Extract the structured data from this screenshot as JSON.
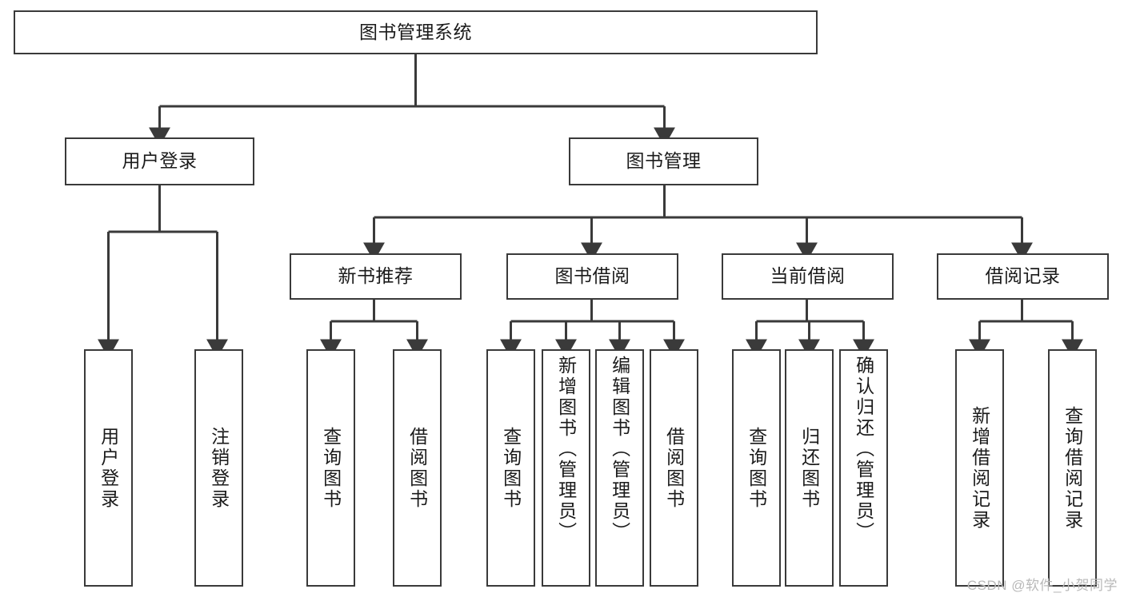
{
  "diagram": {
    "type": "tree-hierarchy-chart",
    "title": "图书管理系统",
    "colors": {
      "background": "#ffffff",
      "box_border": "#3a3a3a",
      "box_fill": "#ffffff",
      "connector": "#3a3a3a",
      "text": "#1b1b1b",
      "watermark": "#b9b9b9"
    },
    "root": {
      "label": "图书管理系统"
    },
    "level2": [
      {
        "id": "user-login",
        "label": "用户登录"
      },
      {
        "id": "book-management",
        "label": "图书管理"
      }
    ],
    "level3": [
      {
        "id": "new-book-recommend",
        "label": "新书推荐"
      },
      {
        "id": "book-borrow",
        "label": "图书借阅"
      },
      {
        "id": "current-borrow",
        "label": "当前借阅"
      },
      {
        "id": "borrow-record",
        "label": "借阅记录"
      }
    ],
    "leaves": {
      "user_login": [
        {
          "id": "leaf-user-login",
          "label": "用户登录"
        },
        {
          "id": "leaf-logout-login",
          "label": "注销登录"
        }
      ],
      "new_book_recommend": [
        {
          "id": "leaf-query-book-1",
          "label": "查询图书"
        },
        {
          "id": "leaf-borrow-book-1",
          "label": "借阅图书"
        }
      ],
      "book_borrow": [
        {
          "id": "leaf-query-book-2",
          "label": "查询图书"
        },
        {
          "id": "leaf-add-book-admin",
          "label": "新增图书（管理员）"
        },
        {
          "id": "leaf-edit-book-admin",
          "label": "编辑图书（管理员）"
        },
        {
          "id": "leaf-borrow-book-2",
          "label": "借阅图书"
        }
      ],
      "current_borrow": [
        {
          "id": "leaf-query-book-3",
          "label": "查询图书"
        },
        {
          "id": "leaf-return-book",
          "label": "归还图书"
        },
        {
          "id": "leaf-confirm-return-admin",
          "label": "确认归还（管理员）"
        }
      ],
      "borrow_record": [
        {
          "id": "leaf-add-borrow-record",
          "label": "新增借阅记录"
        },
        {
          "id": "leaf-query-borrow-record",
          "label": "查询借阅记录"
        }
      ]
    }
  },
  "watermark": {
    "text": "CSDN @软件_小贺同学"
  }
}
